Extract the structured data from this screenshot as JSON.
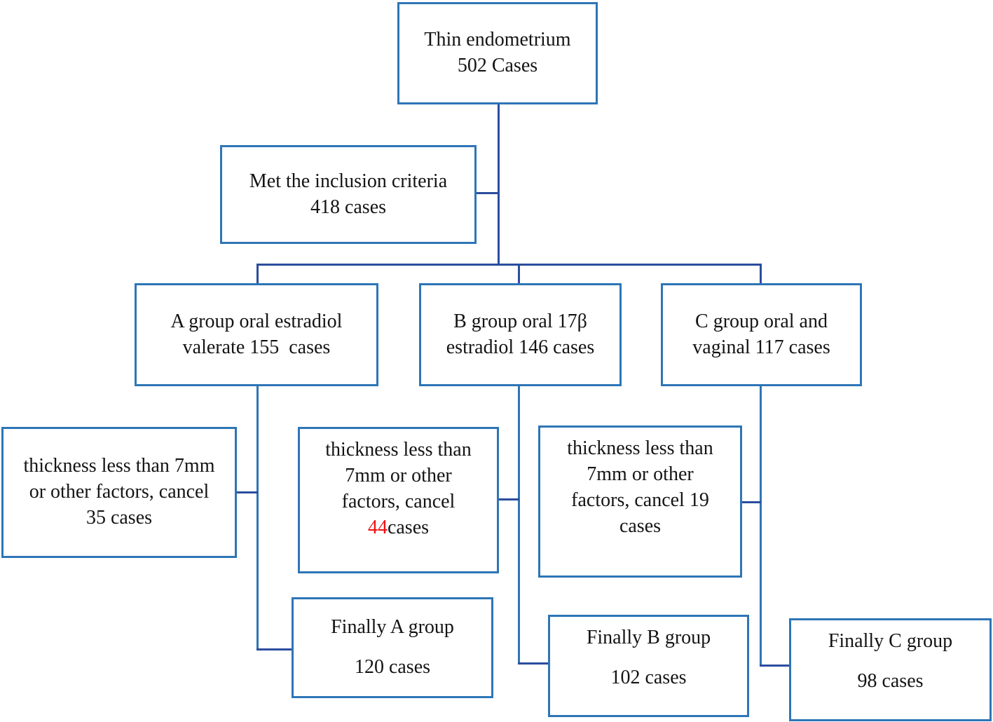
{
  "colors": {
    "box_border": "#2e75b6",
    "connector": "#2b4d9e",
    "text": "#141414",
    "highlight": "#ee1111"
  },
  "boxes": {
    "top": {
      "lines": [
        "Thin endometrium",
        "502 Cases"
      ]
    },
    "inclusion": {
      "lines": [
        "Met the inclusion criteria",
        "418 cases"
      ]
    },
    "group_a": {
      "lines": [
        "A group oral estradiol",
        "valerate 155  cases"
      ]
    },
    "group_b": {
      "lines": [
        "B group oral 17β",
        "estradiol 146 cases"
      ]
    },
    "group_c": {
      "lines": [
        "C group oral and",
        "vaginal 117 cases"
      ]
    },
    "cancel_a": {
      "lines": [
        "thickness less than 7mm",
        "or other factors, cancel",
        "35 cases"
      ]
    },
    "cancel_b": {
      "lines": [
        "thickness less than",
        "7mm or other",
        "factors, cancel"
      ],
      "highlight": "44",
      "highlight_rest": "cases"
    },
    "cancel_c": {
      "lines": [
        "thickness less than",
        "7mm or other",
        "factors, cancel 19",
        "cases"
      ]
    },
    "final_a": {
      "line1": "Finally A group",
      "line2": "120 cases"
    },
    "final_b": {
      "line1": "Finally B group",
      "line2": "102 cases"
    },
    "final_c": {
      "line1": "Finally C group",
      "line2": "98 cases"
    }
  }
}
